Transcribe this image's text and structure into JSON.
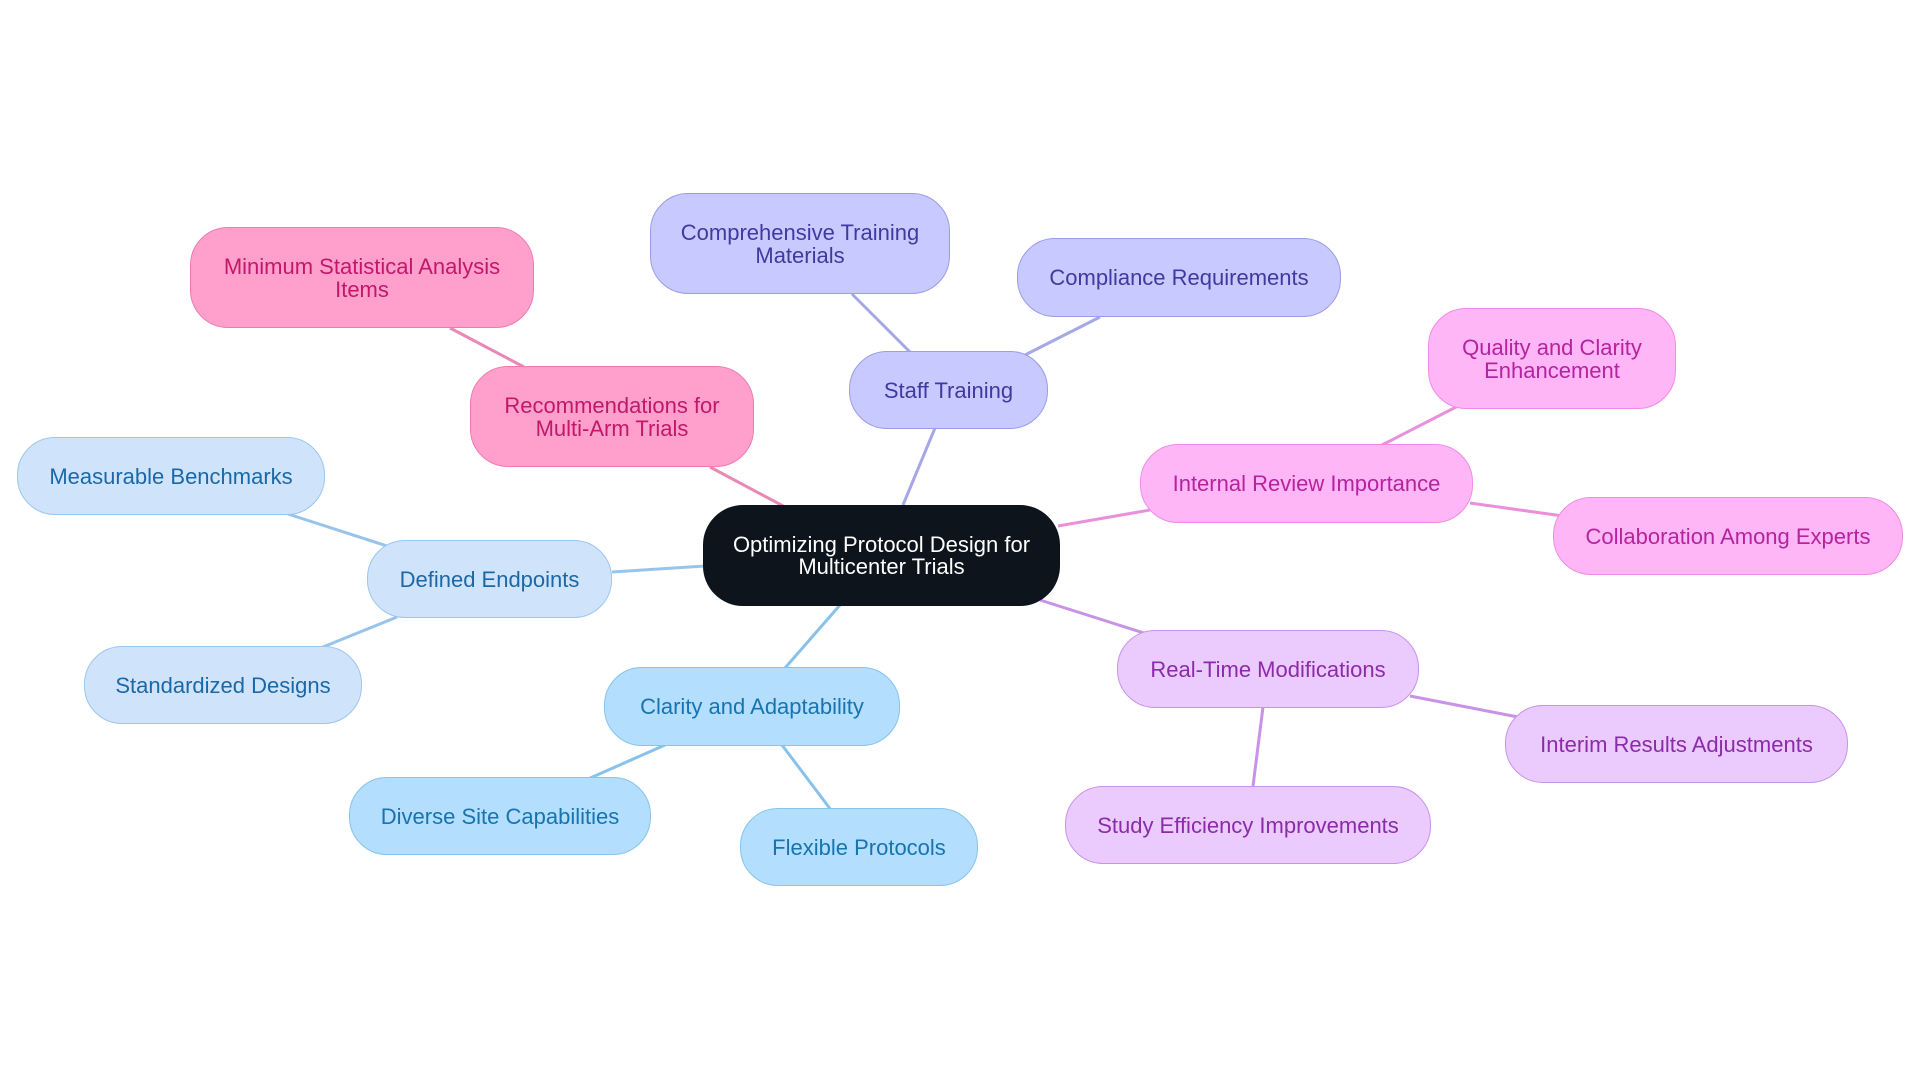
{
  "diagram": {
    "type": "mindmap",
    "root": {
      "id": "root",
      "label": "Optimizing Protocol Design for Multicenter Trials"
    },
    "branches": [
      {
        "id": "staff",
        "label": "Staff Training",
        "color": "#c8caff",
        "border": "#9a9de8",
        "text": "#3f3aa0",
        "line": "#a6a8e6",
        "children": [
          {
            "id": "comp-training",
            "label": "Comprehensive Training Materials"
          },
          {
            "id": "compliance",
            "label": "Compliance Requirements"
          }
        ]
      },
      {
        "id": "multiarm",
        "label": "Recommendations for Multi-Arm Trials",
        "color": "#ffa0cc",
        "border": "#f07ab0",
        "text": "#c2186b",
        "line": "#e888b4",
        "children": [
          {
            "id": "min-stat",
            "label": "Minimum Statistical Analysis Items"
          }
        ]
      },
      {
        "id": "endpoints",
        "label": "Defined Endpoints",
        "color": "#cfe4fb",
        "border": "#9cc6ee",
        "text": "#1b68a8",
        "line": "#98c4ec",
        "children": [
          {
            "id": "measurable",
            "label": "Measurable Benchmarks"
          },
          {
            "id": "standardized",
            "label": "Standardized Designs"
          }
        ]
      },
      {
        "id": "clarity",
        "label": "Clarity and Adaptability",
        "color": "#b3defd",
        "border": "#86c4ee",
        "text": "#1774b0",
        "line": "#88c2ea",
        "children": [
          {
            "id": "diverse",
            "label": "Diverse Site Capabilities"
          },
          {
            "id": "flexible",
            "label": "Flexible Protocols"
          }
        ]
      },
      {
        "id": "internal",
        "label": "Internal Review Importance",
        "color": "#ffb6f6",
        "border": "#ef8be4",
        "text": "#b5249f",
        "line": "#e890dc",
        "children": [
          {
            "id": "quality",
            "label": "Quality and Clarity Enhancement"
          },
          {
            "id": "collab",
            "label": "Collaboration Among Experts"
          }
        ]
      },
      {
        "id": "realtime",
        "label": "Real-Time Modifications",
        "color": "#ebcafd",
        "border": "#c993ec",
        "text": "#8a2ba8",
        "line": "#c893e6",
        "children": [
          {
            "id": "interim",
            "label": "Interim Results Adjustments"
          },
          {
            "id": "efficiency",
            "label": "Study Efficiency Improvements"
          }
        ]
      }
    ],
    "root_color": "#0d141b"
  }
}
